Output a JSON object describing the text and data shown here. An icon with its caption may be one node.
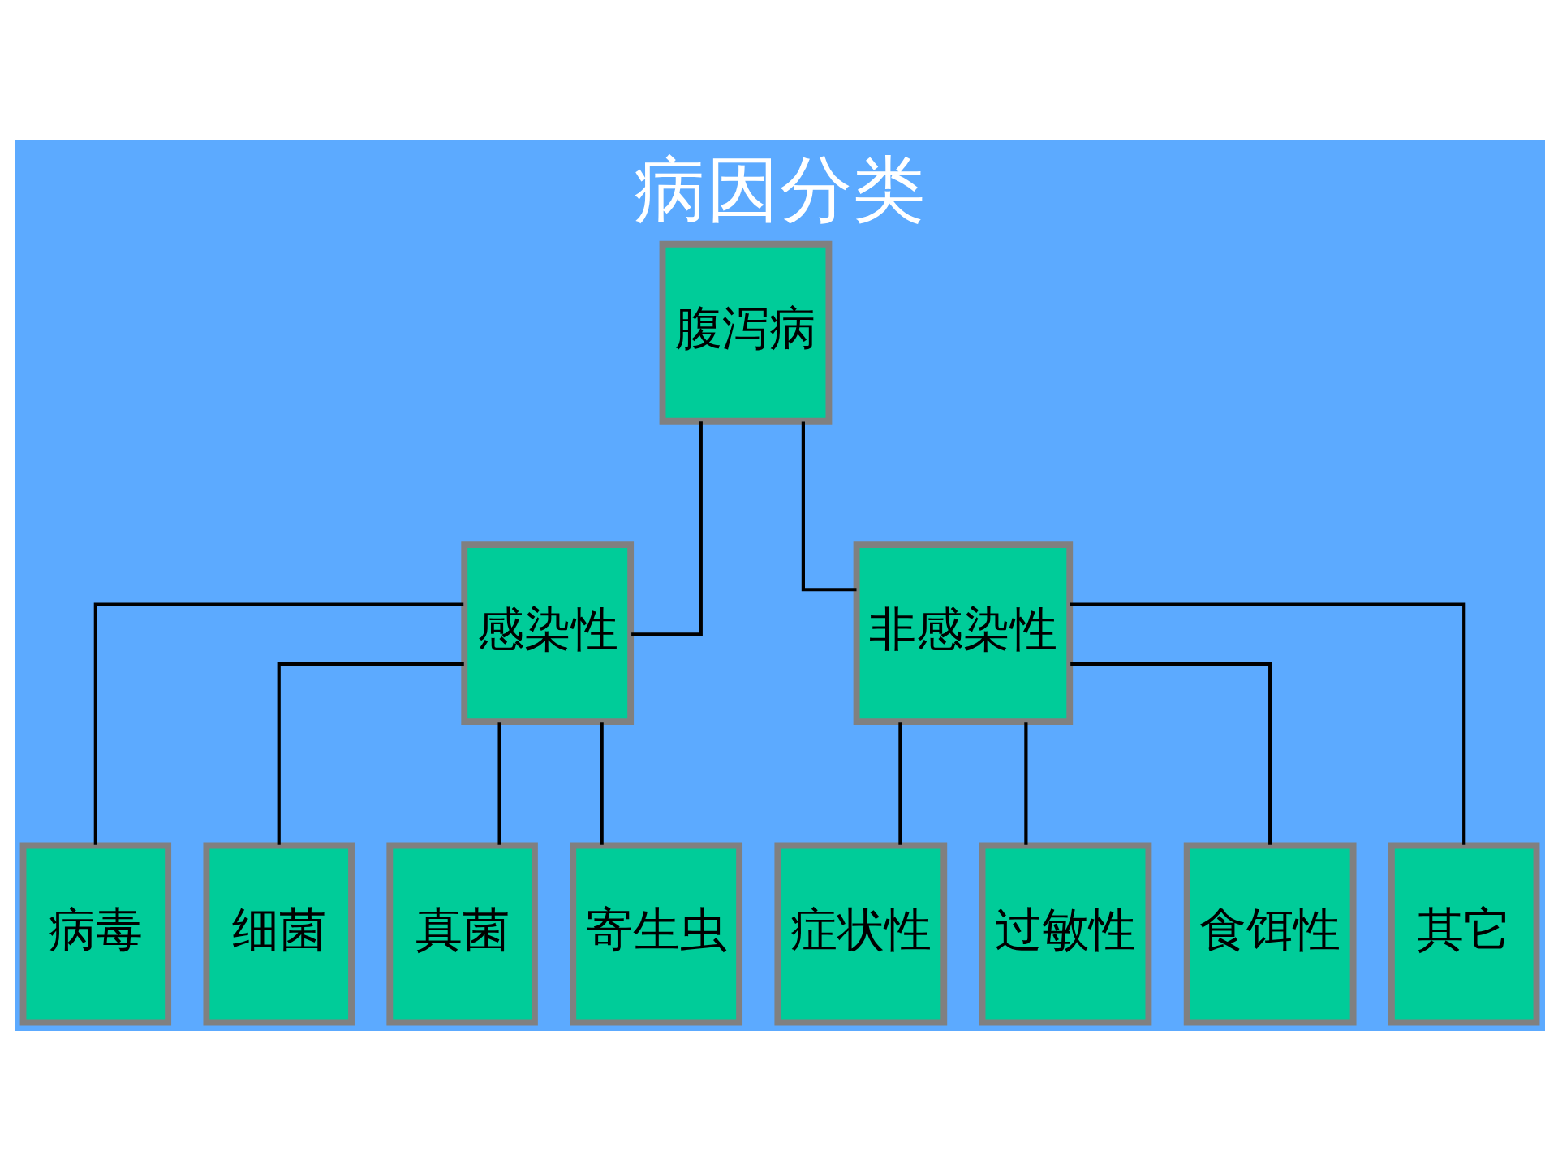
{
  "diagram": {
    "title": "病因分类",
    "nodes": [
      {
        "text": [
          "腹泻病"
        ]
      },
      {
        "text": [
          "感染性"
        ]
      },
      {
        "text": [
          "非感染性"
        ]
      },
      {
        "text": [
          "病毒"
        ]
      },
      {
        "text": [
          "细菌"
        ]
      },
      {
        "text": [
          "真菌"
        ]
      },
      {
        "text": [
          "寄生虫"
        ]
      },
      {
        "text": [
          "症状性"
        ]
      },
      {
        "text": [
          "过敏性"
        ]
      },
      {
        "text": [
          "食饵性"
        ]
      },
      {
        "text": [
          "其它"
        ]
      }
    ],
    "edges": [
      {
        "from": 0,
        "to": 1,
        "arrow": "none"
      },
      {
        "from": 0,
        "to": 2,
        "arrow": "none"
      },
      {
        "from": 1,
        "to": 3,
        "arrow": "none"
      },
      {
        "from": 1,
        "to": 4,
        "arrow": "none"
      },
      {
        "from": 1,
        "to": 5,
        "arrow": "none"
      },
      {
        "from": 1,
        "to": 6,
        "arrow": "none"
      },
      {
        "from": 2,
        "to": 7,
        "arrow": "none"
      },
      {
        "from": 2,
        "to": 8,
        "arrow": "none"
      },
      {
        "from": 2,
        "to": 9,
        "arrow": "none"
      },
      {
        "from": 2,
        "to": 10,
        "arrow": "none"
      }
    ]
  }
}
